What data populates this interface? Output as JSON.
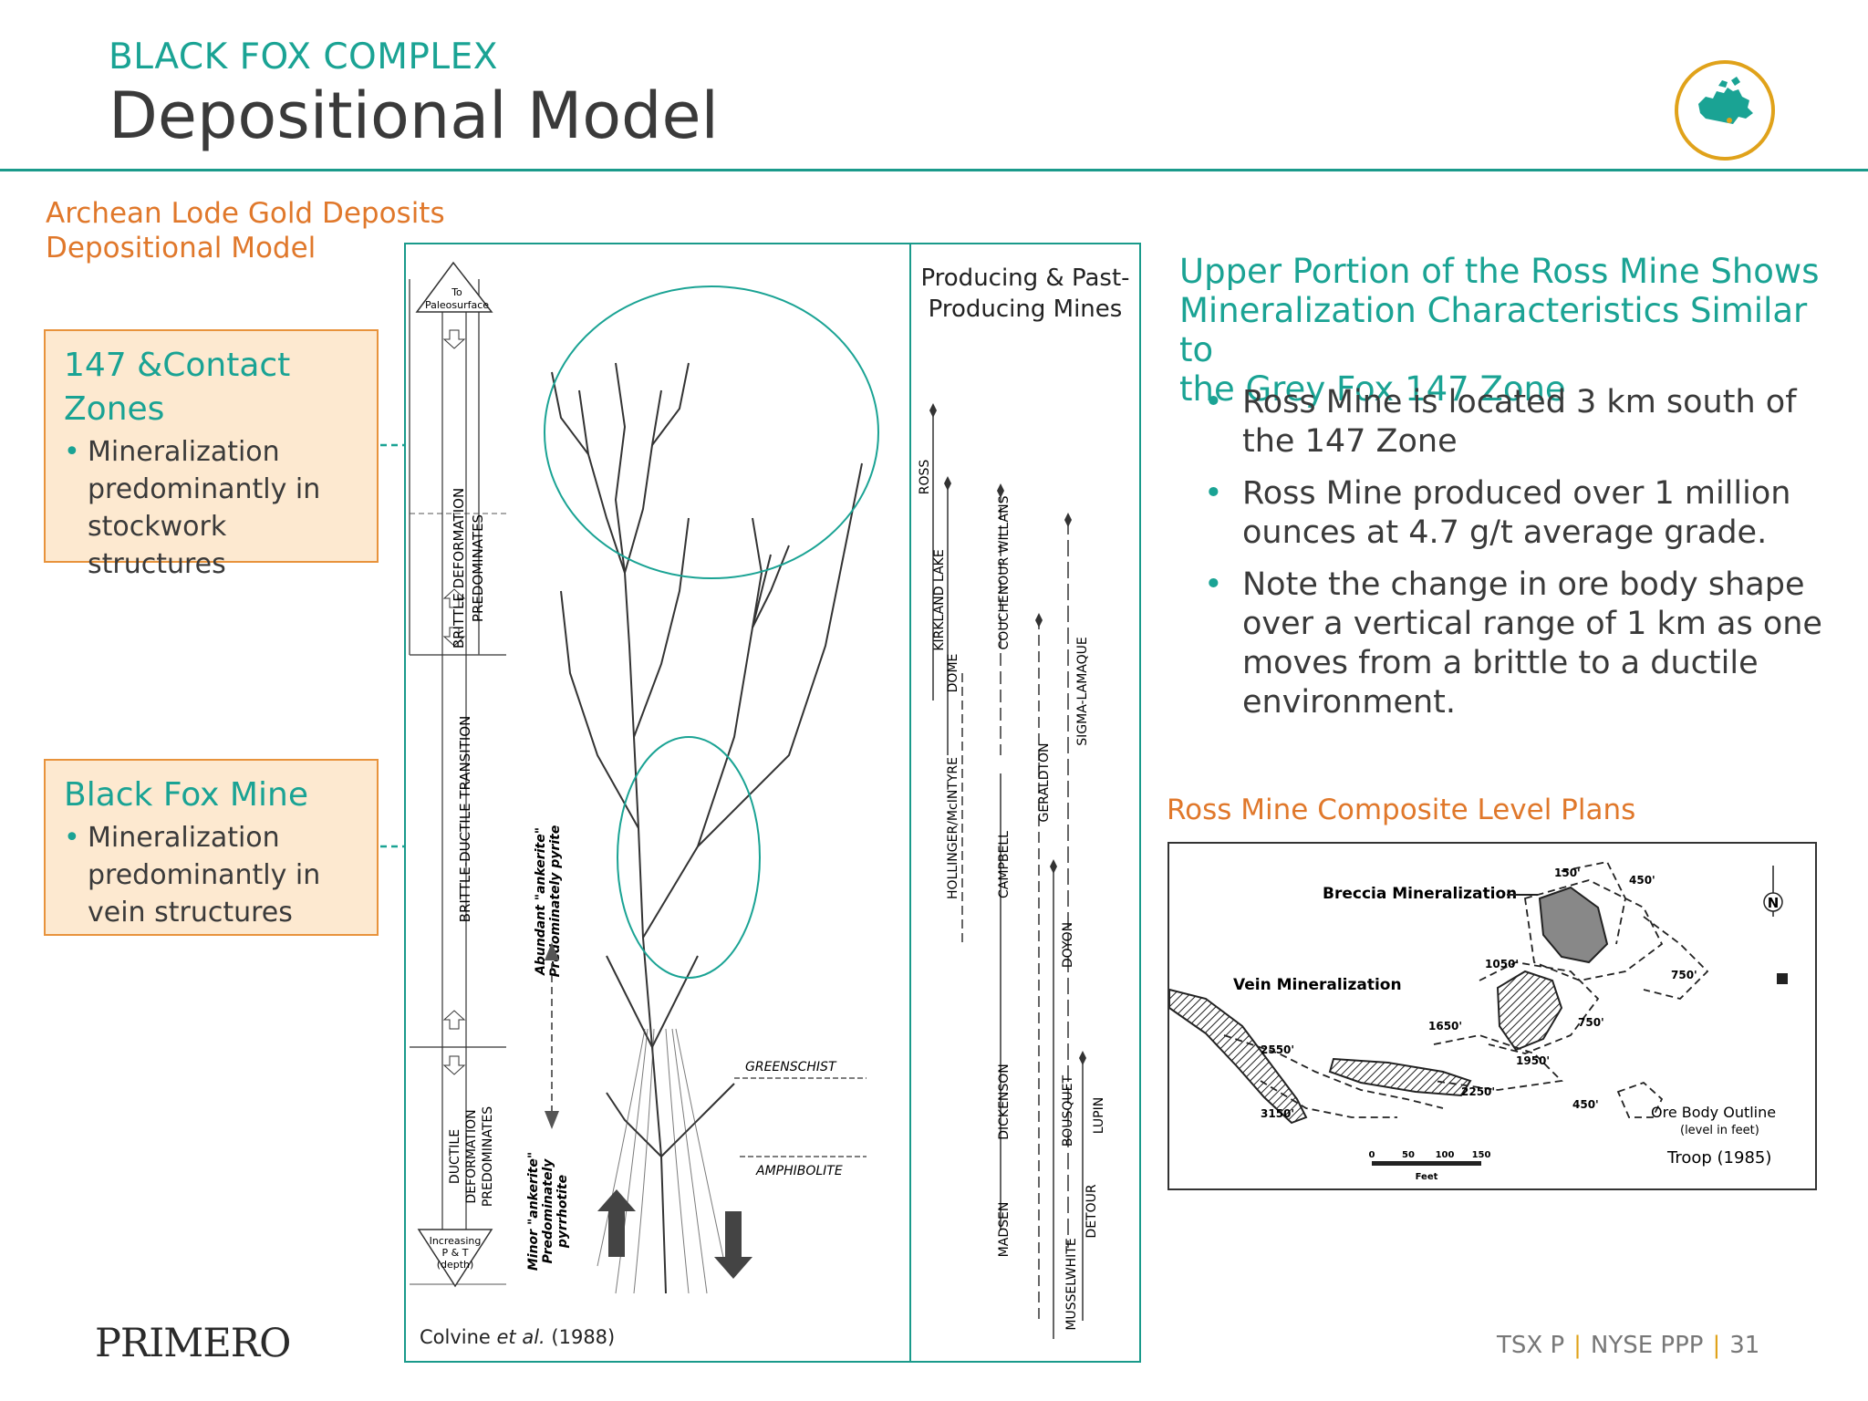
{
  "header": {
    "kicker": "BLACK FOX COMPLEX",
    "title": "Depositional Model"
  },
  "left": {
    "heading_line1": "Archean Lode Gold Deposits",
    "heading_line2": "Depositional Model",
    "callout1": {
      "title_line1": "147 &Contact",
      "title_line2": "Zones",
      "bullet_line1": "Mineralization",
      "bullet_line2": "predominantly in",
      "bullet_line3": "stockwork structures"
    },
    "callout2": {
      "title": "Black Fox Mine",
      "bullet_line1": "Mineralization",
      "bullet_line2": "predominantly in",
      "bullet_line3": "vein structures"
    }
  },
  "figure": {
    "top_arrow_line1": "To",
    "top_arrow_line2": "Paleosurface",
    "zone_brittle_line1": "BRITTLE DEFORMATION",
    "zone_brittle_line2": "PREDOMINATES",
    "zone_transition": "BRITTLE-DUCTILE TRANSITION",
    "zone_ductile_line1": "DUCTILE",
    "zone_ductile_line2": "DEFORMATION",
    "zone_ductile_line3": "PREDOMINATES",
    "ankerite_upper_line1": "Abundant \"ankerite\"",
    "ankerite_upper_line2": "Predominately pyrite",
    "ankerite_lower_line1": "Minor \"ankerite\"",
    "ankerite_lower_line2": "Predominately",
    "ankerite_lower_line3": "pyrrhotite",
    "bottom_arrow_line1": "Increasing",
    "bottom_arrow_line2": "P & T",
    "bottom_arrow_line3": "(depth)",
    "greenschist": "GREENSCHIST",
    "amphibolite": "AMPHIBOLITE",
    "credit_prefix": "Colvine ",
    "credit_italic": "et al.",
    "credit_suffix": " (1988)"
  },
  "mines": {
    "title_line1": "Producing & Past-",
    "title_line2": "Producing Mines",
    "names": [
      "ROSS",
      "KIRKLAND LAKE",
      "DOME",
      "HOLLINGER/McINTYRE",
      "COUCHENOUR WILLANS",
      "CAMPBELL",
      "MADSEN",
      "DICKENSON",
      "GERALDTON",
      "BOUSQUET",
      "MUSSELWHITE",
      "SIGMA-LAMAQUE",
      "DOYON",
      "DETOUR",
      "LUPIN"
    ]
  },
  "right": {
    "heading_line1": "Upper Portion of the Ross Mine Shows",
    "heading_line2": "Mineralization Characteristics Similar to",
    "heading_line3": "the Grey Fox 147 Zone",
    "bullets": [
      {
        "line1": "Ross Mine is located 3 km south of",
        "line2": "the 147 Zone"
      },
      {
        "line1": "Ross Mine produced over 1 million",
        "line2": "ounces at 4.7 g/t average grade."
      },
      {
        "line1": "Note the change in ore body shape",
        "line2": "over a vertical range of 1 km as one",
        "line3": "moves from a brittle to a ductile",
        "line4": "environment."
      }
    ]
  },
  "map": {
    "heading": "Ross Mine Composite Level Plans",
    "breccia": "Breccia Mineralization",
    "vein": "Vein Mineralization",
    "ore_outline": "Ore Body Outline",
    "ore_outline_sub": "(level in feet)",
    "credit": "Troop (1985)",
    "north": "N",
    "scale_ticks": [
      "0",
      "50",
      "100",
      "150"
    ],
    "scale_unit": "Feet",
    "levels": [
      "150'",
      "450'",
      "1050'",
      "750'",
      "750'",
      "1650'",
      "1950'",
      "2550'",
      "2250'",
      "3150'",
      "450'"
    ]
  },
  "footer": {
    "brand": "PRIMERO",
    "tsx": "TSX P",
    "nyse": "NYSE PPP",
    "page": "31"
  },
  "colors": {
    "teal": "#1aa394",
    "orange": "#e0782b",
    "callout_fill": "#fde9d0",
    "gold": "#e0a21a"
  }
}
